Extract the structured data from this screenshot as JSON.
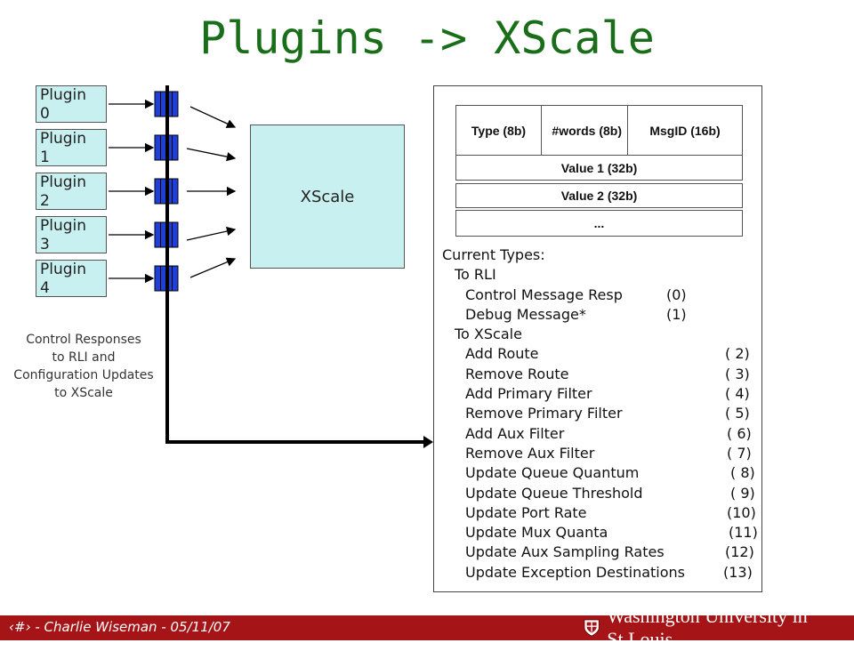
{
  "title": "Plugins -> XScale",
  "plugins": [
    {
      "line1": "Plugin",
      "line2": "0"
    },
    {
      "line1": "Plugin",
      "line2": "1"
    },
    {
      "line1": "Plugin",
      "line2": "2"
    },
    {
      "line1": "Plugin",
      "line2": "3"
    },
    {
      "line1": "Plugin",
      "line2": "4"
    }
  ],
  "xscale_label": "XScale",
  "control_label": [
    "Control Responses",
    "to RLI and",
    "Configuration Updates",
    "to XScale"
  ],
  "message_format": {
    "type_field": "Type (8b)",
    "words_field": "#words (8b)",
    "msgid_field": "MsgID (16b)",
    "value1": "Value 1 (32b)",
    "value2": "Value 2 (32b)",
    "ellipsis": "..."
  },
  "current_types": {
    "heading": "Current Types:",
    "to_rli": "To RLI",
    "rli_items": [
      {
        "label": "Control Message Resp",
        "value": "(0)"
      },
      {
        "label": "Debug Message*",
        "value": "(1)"
      }
    ],
    "to_xscale": "To XScale",
    "xscale_items": [
      {
        "label": "Add Route",
        "value": "( 2)"
      },
      {
        "label": "Remove Route",
        "value": "( 3)"
      },
      {
        "label": "Add Primary Filter",
        "value": "( 4)"
      },
      {
        "label": "Remove Primary Filter",
        "value": "( 5)"
      },
      {
        "label": "Add Aux Filter",
        "value": "( 6)"
      },
      {
        "label": "Remove Aux Filter",
        "value": "( 7)"
      },
      {
        "label": "Update Queue Quantum",
        "value": "( 8)"
      },
      {
        "label": "Update Queue Threshold",
        "value": "( 9)"
      },
      {
        "label": "Update Port Rate",
        "value": "(10)"
      },
      {
        "label": "Update Mux Quanta",
        "value": "(11)"
      },
      {
        "label": "Update Aux Sampling Rates",
        "value": "(12)"
      },
      {
        "label": "Update Exception Destinations",
        "value": "(13)"
      }
    ]
  },
  "footer": {
    "page": "‹#›",
    "text": "- Charlie Wiseman - 05/11/07",
    "university": "Washington University in St.Louis",
    "accent": "#a51417"
  }
}
